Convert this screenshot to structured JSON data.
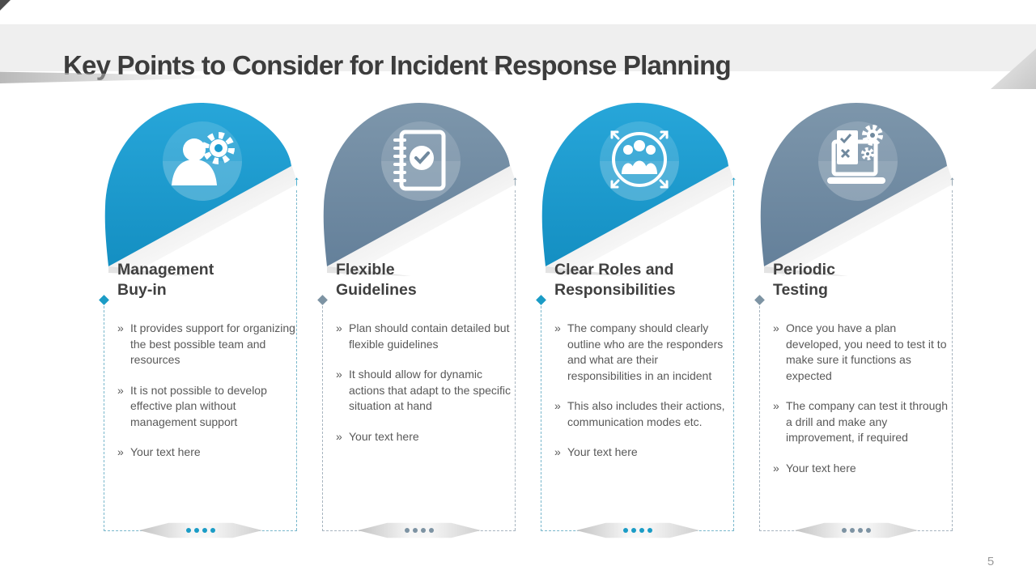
{
  "header": {
    "title": "Key Points to Consider for Incident Response Planning"
  },
  "footer": {
    "page_number": "5"
  },
  "bullet_marker": "»",
  "colors": {
    "blue": "#1b9cd1",
    "slate_gray": "#70899e",
    "teal_accent": "#1b9cc6",
    "gray_accent": "#7d93a3",
    "heading_text": "#404040",
    "body_text": "#595959",
    "banner_background": "#efefef"
  },
  "columns": [
    {
      "title_line1": "Management",
      "title_line2": "Buy-in",
      "theme": "blue",
      "icon": "manager-gear-icon",
      "bullets": [
        "It provides support for organizing the best possible team and resources",
        "It is not possible to develop effective plan without management support",
        "Your text here"
      ]
    },
    {
      "title_line1": "Flexible",
      "title_line2": "Guidelines",
      "theme": "gray",
      "icon": "guidelines-notebook-icon",
      "bullets": [
        "Plan should contain detailed but flexible guidelines",
        "It should allow for dynamic actions that adapt to the specific situation at hand",
        "Your text here"
      ]
    },
    {
      "title_line1": "Clear Roles and",
      "title_line2": "Responsibilities",
      "theme": "blue",
      "icon": "team-roles-icon",
      "bullets": [
        "The company should clearly outline who are the responders and what are their responsibilities in an incident",
        "This also includes their actions, communication modes etc.",
        "Your text here"
      ]
    },
    {
      "title_line1": "Periodic",
      "title_line2": "Testing",
      "theme": "gray",
      "icon": "testing-checklist-icon",
      "bullets": [
        "Once you have a plan developed, you need to test it to make sure it functions as expected",
        "The company can test it through a drill and make any improvement, if required",
        "Your text here"
      ]
    }
  ]
}
